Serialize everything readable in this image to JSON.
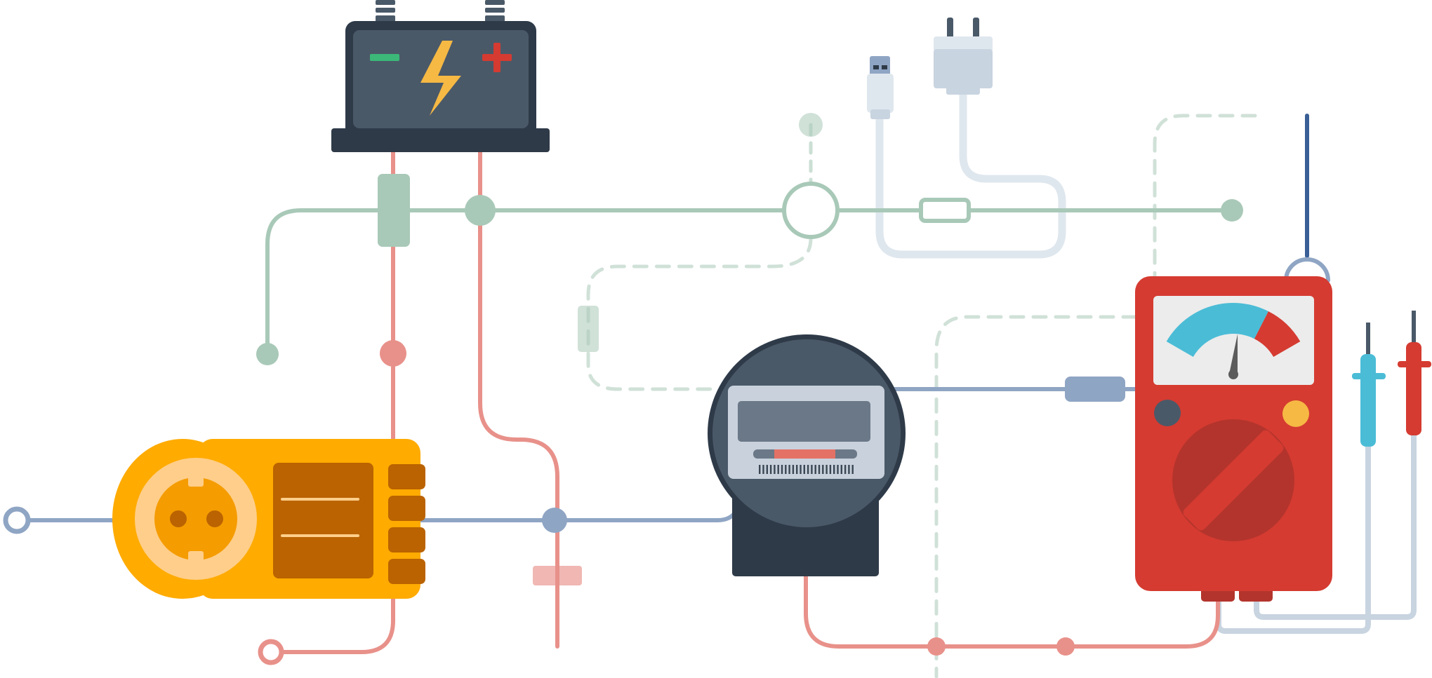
{
  "scene": "electrical-wiring-illustration",
  "palette": {
    "wire_green": "#a9c9b8",
    "wire_red": "#e8918a",
    "wire_blue": "#8fa5c4",
    "wire_light": "#dfe7ee",
    "wire_navy": "#3a5f96",
    "battery_dark": "#2e3a48",
    "battery_face": "#4a5968",
    "battery_minus": "#3cb878",
    "battery_plus": "#d53b31",
    "bolt": "#f6b944",
    "socket_orange": "#ffab00",
    "socket_inner": "#f59c00",
    "socket_ring": "#ffce8a",
    "socket_brown": "#ba6300",
    "meter_dark": "#2e3a48",
    "meter_face": "#4a5968",
    "meter_display": "#c8d1dc",
    "multimeter_red": "#d53b31",
    "multimeter_dark_red": "#b3342c",
    "dial_blue": "#4bbcd6",
    "probe_cyan": "#4bbcd6",
    "probe_red": "#d53b31",
    "plug_light": "#c8d4e0"
  },
  "components": [
    {
      "id": "battery",
      "icon": "battery-icon",
      "terminals": [
        "minus",
        "plus"
      ]
    },
    {
      "id": "power-socket",
      "icon": "power-socket-icon"
    },
    {
      "id": "electric-meter",
      "icon": "electric-meter-icon"
    },
    {
      "id": "multimeter",
      "icon": "multimeter-icon",
      "dial_needle_fraction": 0.55
    },
    {
      "id": "usb-plug",
      "icon": "usb-plug-icon"
    },
    {
      "id": "wall-plug",
      "icon": "wall-plug-icon"
    },
    {
      "id": "probe-cyan",
      "icon": "probe-icon"
    },
    {
      "id": "probe-red",
      "icon": "probe-icon"
    }
  ]
}
